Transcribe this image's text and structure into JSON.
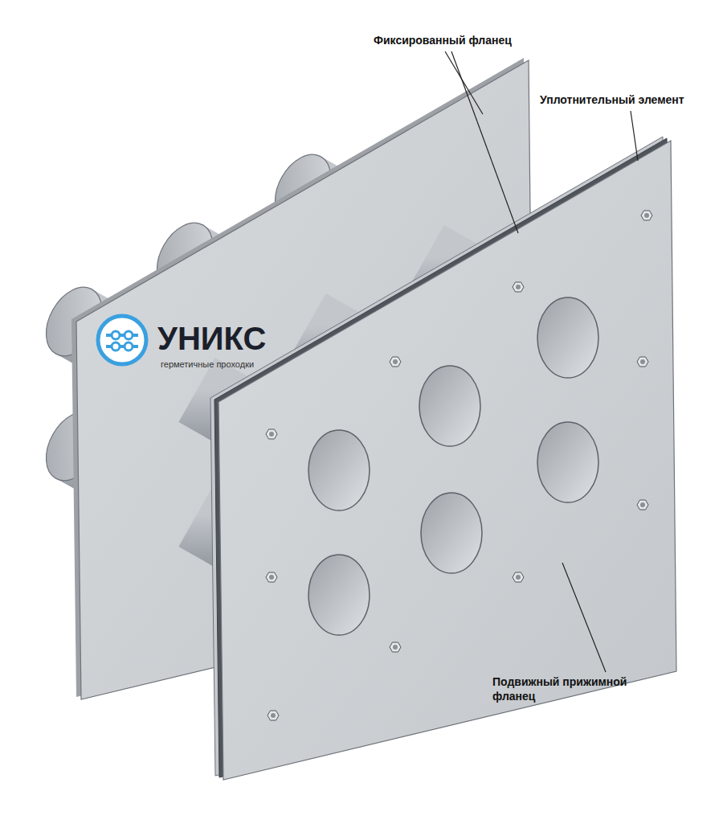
{
  "diagram": {
    "labels": [
      "Фиксированный фланец",
      "Уплотнительный элемент",
      "Подвижный прижимной фланец",
      "УНИКС",
      "герметичные проходки"
    ]
  }
}
